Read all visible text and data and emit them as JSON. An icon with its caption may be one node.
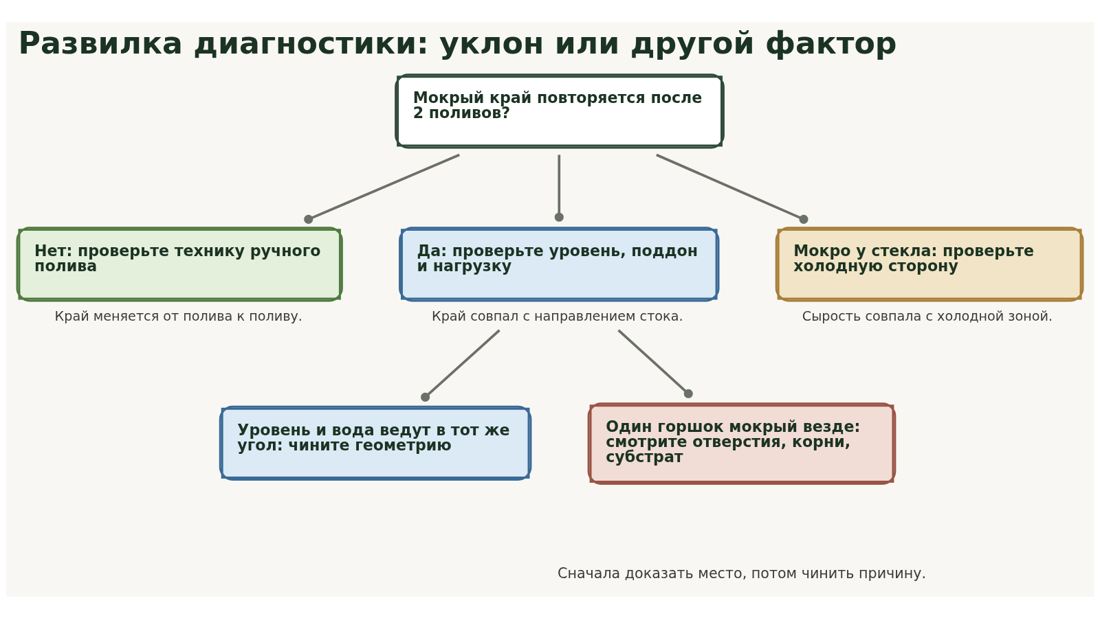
{
  "diagram": {
    "title": "Развилка диагностики: уклон или другой фактор",
    "caption": "Сначала доказать место, потом чинить причину.",
    "nodes": [
      {
        "text": [
          "Мокрый край повторяется после 2 поливов?"
        ]
      },
      {
        "text": [
          "Нет: проверьте технику ручного полива"
        ],
        "beside": [
          "Край меняется от полива к поливу."
        ]
      },
      {
        "text": [
          "Да: проверьте уровень, поддон и нагрузку"
        ],
        "beside": [
          "Край совпал с направлением стока."
        ]
      },
      {
        "text": [
          "Мокро у стекла: проверьте холодную сторону"
        ],
        "beside": [
          "Сырость совпала с холодной зоной."
        ]
      },
      {
        "text": [
          "Уровень и вода ведут в тот же угол: чините геометрию"
        ]
      },
      {
        "text": [
          "Один горшок мокрый везде: смотрите отверстия, корни, субстрат"
        ]
      }
    ],
    "edges": [
      {
        "from": 0,
        "to": 1,
        "arrow": "other"
      },
      {
        "from": 0,
        "to": 2,
        "arrow": "other"
      },
      {
        "from": 0,
        "to": 3,
        "arrow": "other"
      },
      {
        "from": 2,
        "to": 4,
        "arrow": "other"
      },
      {
        "from": 2,
        "to": 5,
        "arrow": "other"
      }
    ]
  }
}
